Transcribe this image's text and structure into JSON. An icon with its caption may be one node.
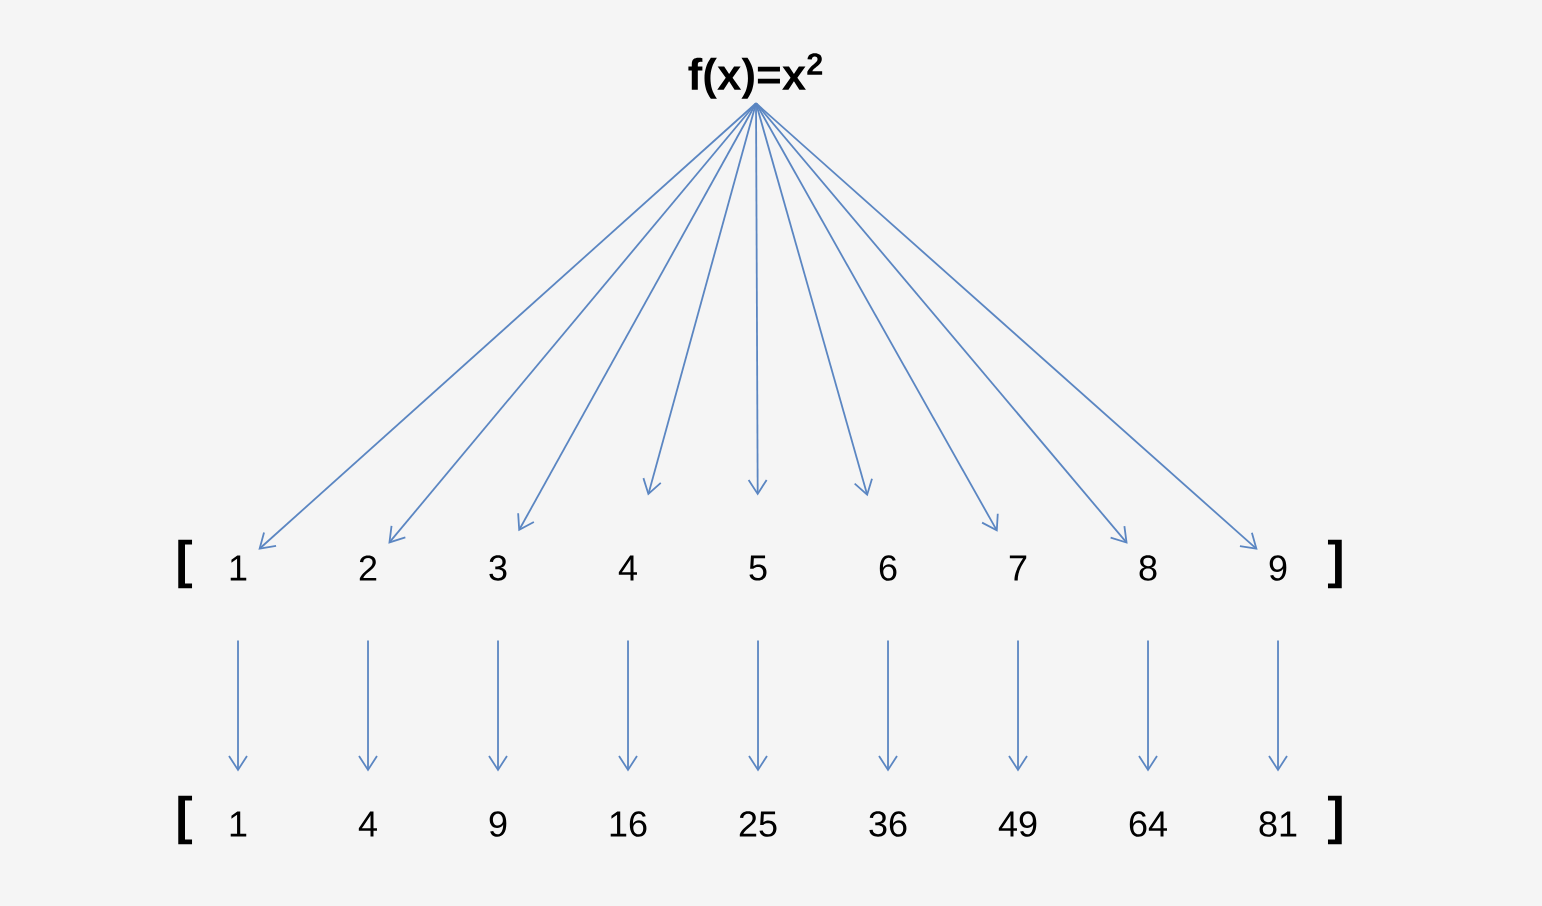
{
  "diagram": {
    "nodes": [
      {
        "text": [
          "f(x)=x$^{2}$"
        ]
      },
      {
        "text": [
          "1"
        ]
      },
      {
        "text": [
          "2"
        ]
      },
      {
        "text": [
          "3"
        ]
      },
      {
        "text": [
          "4"
        ]
      },
      {
        "text": [
          "5"
        ]
      },
      {
        "text": [
          "6"
        ]
      },
      {
        "text": [
          "7"
        ]
      },
      {
        "text": [
          "8"
        ]
      },
      {
        "text": [
          "9"
        ]
      },
      {
        "text": [
          "1"
        ]
      },
      {
        "text": [
          "4"
        ]
      },
      {
        "text": [
          "9"
        ]
      },
      {
        "text": [
          "16"
        ]
      },
      {
        "text": [
          "25"
        ]
      },
      {
        "text": [
          "36"
        ]
      },
      {
        "text": [
          "49"
        ]
      },
      {
        "text": [
          "64"
        ]
      },
      {
        "text": [
          "81"
        ]
      }
    ],
    "edges": [
      {
        "from": 0,
        "to": 1,
        "arrow": "to"
      },
      {
        "from": 0,
        "to": 2,
        "arrow": "to"
      },
      {
        "from": 0,
        "to": 3,
        "arrow": "to"
      },
      {
        "from": 0,
        "to": 4,
        "arrow": "to"
      },
      {
        "from": 0,
        "to": 5,
        "arrow": "to"
      },
      {
        "from": 0,
        "to": 6,
        "arrow": "to"
      },
      {
        "from": 0,
        "to": 7,
        "arrow": "to"
      },
      {
        "from": 0,
        "to": 8,
        "arrow": "to"
      },
      {
        "from": 0,
        "to": 9,
        "arrow": "to"
      },
      {
        "from": 1,
        "to": 10,
        "arrow": "to"
      },
      {
        "from": 2,
        "to": 11,
        "arrow": "to"
      },
      {
        "from": 3,
        "to": 12,
        "arrow": "to"
      },
      {
        "from": 4,
        "to": 13,
        "arrow": "to"
      },
      {
        "from": 5,
        "to": 14,
        "arrow": "to"
      },
      {
        "from": 6,
        "to": 15,
        "arrow": "to"
      },
      {
        "from": 7,
        "to": 16,
        "arrow": "to"
      },
      {
        "from": 8,
        "to": 17,
        "arrow": "to"
      },
      {
        "from": 9,
        "to": 18,
        "arrow": "to"
      }
    ],
    "labels": [
      "[",
      "]",
      "[",
      "]"
    ]
  }
}
